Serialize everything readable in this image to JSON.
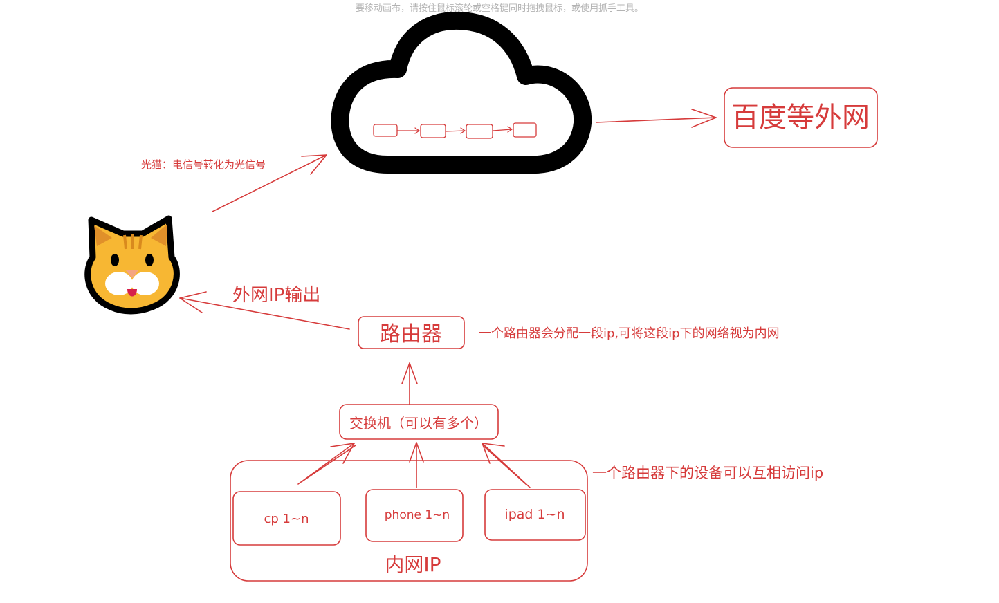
{
  "canvas_hint": "要移动画布，请按住鼠标滚轮或空格键同时拖拽鼠标，或使用抓手工具。",
  "labels": {
    "external_net": "百度等外网",
    "optical_modem_note": "光猫：电信号转化为光信号",
    "external_ip_output": "外网IP输出",
    "router": "路由器",
    "router_note": "一个路由器会分配一段ip,可将这段ip下的网络视为内网",
    "switch": "交换机（可以有多个）",
    "lan_note": "一个路由器下的设备可以互相访问ip",
    "lan_title": "内网IP",
    "device_pc": "cp 1~n",
    "device_phone": "phone 1~n",
    "device_ipad": "ipad 1~n"
  },
  "icons": {
    "cloud": "cloud-icon",
    "modem": "cat-face-icon"
  },
  "colors": {
    "sketch_red": "#d63b3b",
    "cloud_black": "#000000",
    "cat_orange": "#f7b733",
    "hint_gray": "#b3b3b3"
  }
}
